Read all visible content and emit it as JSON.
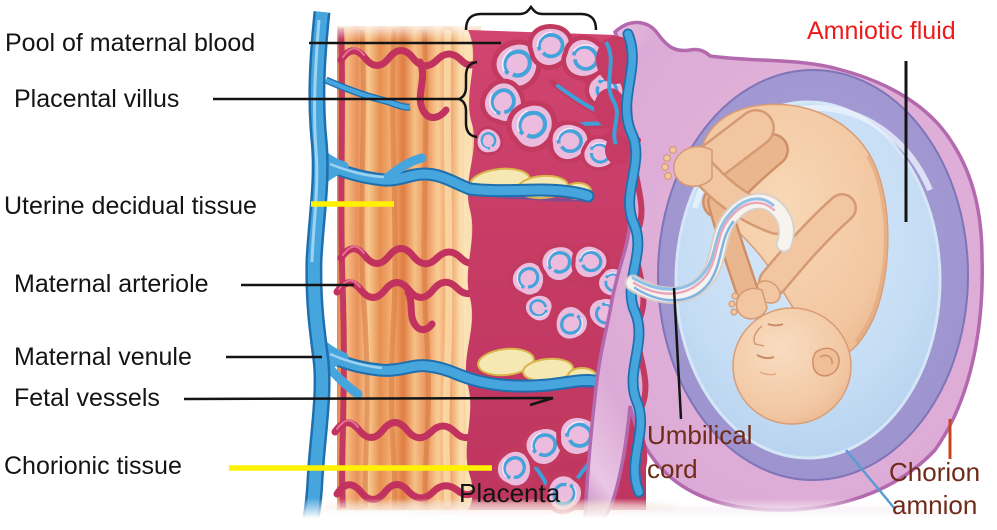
{
  "diagram": {
    "title": "Placenta and fetus anatomy diagram",
    "left_labels": [
      {
        "id": "pool-of-maternal-blood",
        "text": "Pool of maternal blood",
        "pointer": "black line"
      },
      {
        "id": "placental-villus",
        "text": "Placental villus",
        "pointer": "black line with brace"
      },
      {
        "id": "uterine-decidual-tissue",
        "text": "Uterine decidual tissue",
        "pointer": "yellow line"
      },
      {
        "id": "maternal-arteriole",
        "text": "Maternal arteriole",
        "pointer": "black line"
      },
      {
        "id": "maternal-venule",
        "text": "Maternal venule",
        "pointer": "black line"
      },
      {
        "id": "fetal-vessels",
        "text": "Fetal vessels",
        "pointer": "black line"
      },
      {
        "id": "chorionic-tissue",
        "text": "Chorionic tissue",
        "pointer": "yellow line"
      }
    ],
    "right_labels": [
      {
        "id": "amniotic-fluid",
        "text": "Amniotic fluid",
        "color": "#ec1c1c",
        "pointer": "black line"
      },
      {
        "id": "umbilical-cord",
        "text": "Umbilical cord",
        "color": "#6f2b18",
        "pointer": "black line"
      },
      {
        "id": "chorion",
        "text": "Chorion",
        "color": "#6f2b18",
        "pointer": "orange-red line"
      },
      {
        "id": "amnion",
        "text": "amnion",
        "color": "#6f2b18",
        "pointer": "blue line"
      }
    ],
    "bottom_label": {
      "id": "placenta",
      "text": "Placenta",
      "color": "#141414"
    },
    "palette": {
      "label_black": "#141414",
      "label_red": "#ec1c1c",
      "label_maroon": "#6f2b18",
      "pointer_yellow": "#fff100",
      "pointer_orange_red": "#c8441f",
      "pointer_blue": "#5b9bd5",
      "maternal_blood_pool": "#c73e67",
      "uterine_wall_orange": "#f0a460",
      "vessel_blue": "#47a5dd",
      "villus_pink": "#ebbcdd",
      "yellow_tissue": "#f6e8b2",
      "chorion_pink": "#dcaad6",
      "amnion_lavender": "#9d93ce",
      "amniotic_fluid_blue": "#bcd7f1",
      "fetus_skin": "#f2c6a0",
      "umbilical_cord_white": "#f7f3ef"
    }
  }
}
